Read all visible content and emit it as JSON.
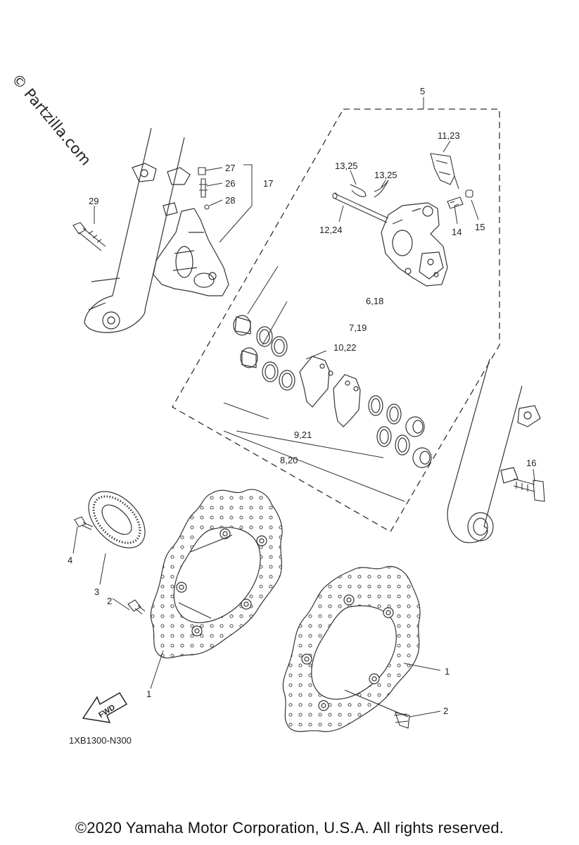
{
  "watermark": "© Partzilla.com",
  "diagram_code": "1XB1300-N300",
  "copyright": "©2020 Yamaha Motor Corporation, U.S.A. All rights reserved.",
  "fwd_label": "FWD",
  "callouts": {
    "c5": "5",
    "c11_23": "11,23",
    "c13_25a": "13,25",
    "c13_25b": "13,25",
    "c12_24": "12,24",
    "c14": "14",
    "c15": "15",
    "c27": "27",
    "c26": "26",
    "c17": "17",
    "c28": "28",
    "c29": "29",
    "c6_18": "6,18",
    "c7_19": "7,19",
    "c10_22": "10,22",
    "c9_21": "9,21",
    "c8_20": "8,20",
    "c16": "16",
    "c4": "4",
    "c3": "3",
    "c2a": "2",
    "c1a": "1",
    "c1b": "1",
    "c2b": "2"
  }
}
